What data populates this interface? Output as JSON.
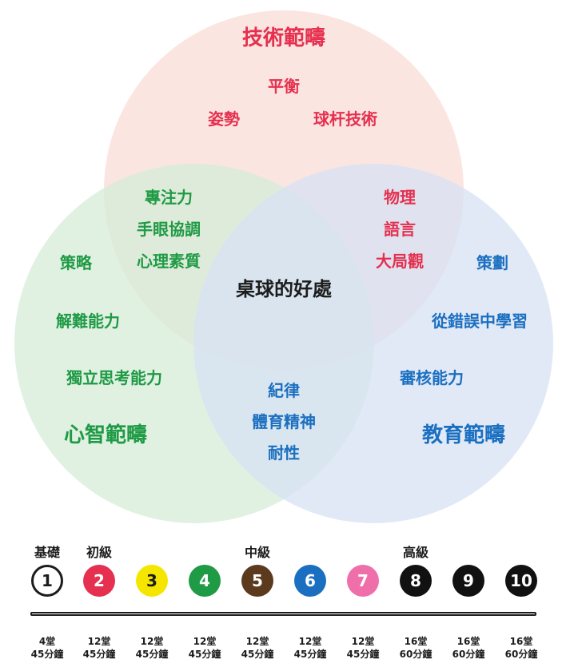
{
  "venn": {
    "center": "桌球的好處",
    "circles": [
      {
        "key": "technical",
        "fill": "#f9dcd6"
      },
      {
        "key": "mental",
        "fill": "#d6ecd8"
      },
      {
        "key": "education",
        "fill": "#d7e2f4"
      }
    ],
    "technical": {
      "heading": "技術範疇",
      "items": [
        "平衡",
        "姿勢",
        "球杆技術"
      ]
    },
    "tech_mental": {
      "items": [
        "專注力",
        "手眼協調",
        "心理素質"
      ]
    },
    "tech_edu": {
      "items": [
        "物理",
        "語言",
        "大局觀"
      ]
    },
    "mental": {
      "heading": "心智範疇",
      "items": [
        "策略",
        "解難能力",
        "獨立思考能力"
      ]
    },
    "education": {
      "heading": "教育範疇",
      "items": [
        "策劃",
        "從錯誤中學習",
        "審核能力"
      ]
    },
    "mental_edu": {
      "items": [
        "紀律",
        "體育精神",
        "耐性"
      ]
    }
  },
  "levels": {
    "names": [
      "基礎",
      "初級",
      "中級",
      "高級"
    ],
    "badges": [
      {
        "label": "1",
        "color": "#ffffff",
        "text": "#1c1c1c"
      },
      {
        "label": "2",
        "color": "#e5304f",
        "text": "#ffffff"
      },
      {
        "label": "3",
        "color": "#f5e600",
        "text": "#1c1c1c"
      },
      {
        "label": "4",
        "color": "#1f9a45",
        "text": "#ffffff"
      },
      {
        "label": "5",
        "color": "#5b3a1e",
        "text": "#ffffff"
      },
      {
        "label": "6",
        "color": "#1b6fc0",
        "text": "#ffffff"
      },
      {
        "label": "7",
        "color": "#ee6faa",
        "text": "#ffffff"
      },
      {
        "label": "8",
        "color": "#111111",
        "text": "#ffffff"
      },
      {
        "label": "9",
        "color": "#111111",
        "text": "#ffffff"
      },
      {
        "label": "10",
        "color": "#111111",
        "text": "#ffffff"
      }
    ],
    "durations": [
      {
        "lessons": "4堂",
        "minutes": "45分鐘"
      },
      {
        "lessons": "12堂",
        "minutes": "45分鐘"
      },
      {
        "lessons": "12堂",
        "minutes": "45分鐘"
      },
      {
        "lessons": "12堂",
        "minutes": "45分鐘"
      },
      {
        "lessons": "12堂",
        "minutes": "45分鐘"
      },
      {
        "lessons": "12堂",
        "minutes": "45分鐘"
      },
      {
        "lessons": "12堂",
        "minutes": "45分鐘"
      },
      {
        "lessons": "16堂",
        "minutes": "60分鐘"
      },
      {
        "lessons": "16堂",
        "minutes": "60分鐘"
      },
      {
        "lessons": "16堂",
        "minutes": "60分鐘"
      }
    ]
  }
}
